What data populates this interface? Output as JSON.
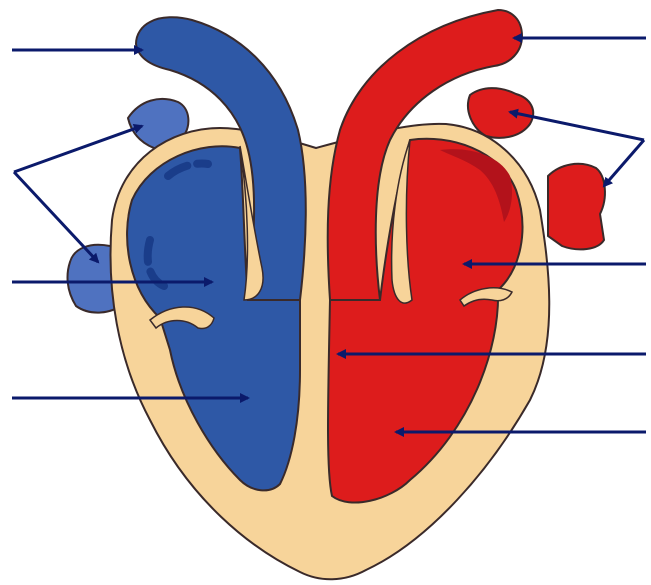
{
  "diagram": {
    "subject": "heart",
    "colors": {
      "muscle": "#f7d49a",
      "deoxygenated": "#2e58a6",
      "deoxygenated_light": "#4f72c0",
      "oxygenated": "#dd1c1c",
      "oxygenated_dark": "#b3121b",
      "outline": "#3a2a2a",
      "pointer": "#0b1a6b",
      "background": "#ffffff"
    },
    "pointers": [
      {
        "id": "left-top",
        "side": "left",
        "target": "blue-vessel-top"
      },
      {
        "id": "left-pair",
        "side": "left",
        "target": "blue-stubs"
      },
      {
        "id": "left-middle",
        "side": "left",
        "target": "blue-atrium"
      },
      {
        "id": "left-bottom",
        "side": "left",
        "target": "blue-ventricle"
      },
      {
        "id": "right-top",
        "side": "right",
        "target": "red-vessel-top"
      },
      {
        "id": "right-pair",
        "side": "right",
        "target": "red-stubs"
      },
      {
        "id": "right-middle",
        "side": "right",
        "target": "red-atrium"
      },
      {
        "id": "right-septum",
        "side": "right",
        "target": "septum"
      },
      {
        "id": "right-bottom",
        "side": "right",
        "target": "red-ventricle"
      }
    ]
  }
}
